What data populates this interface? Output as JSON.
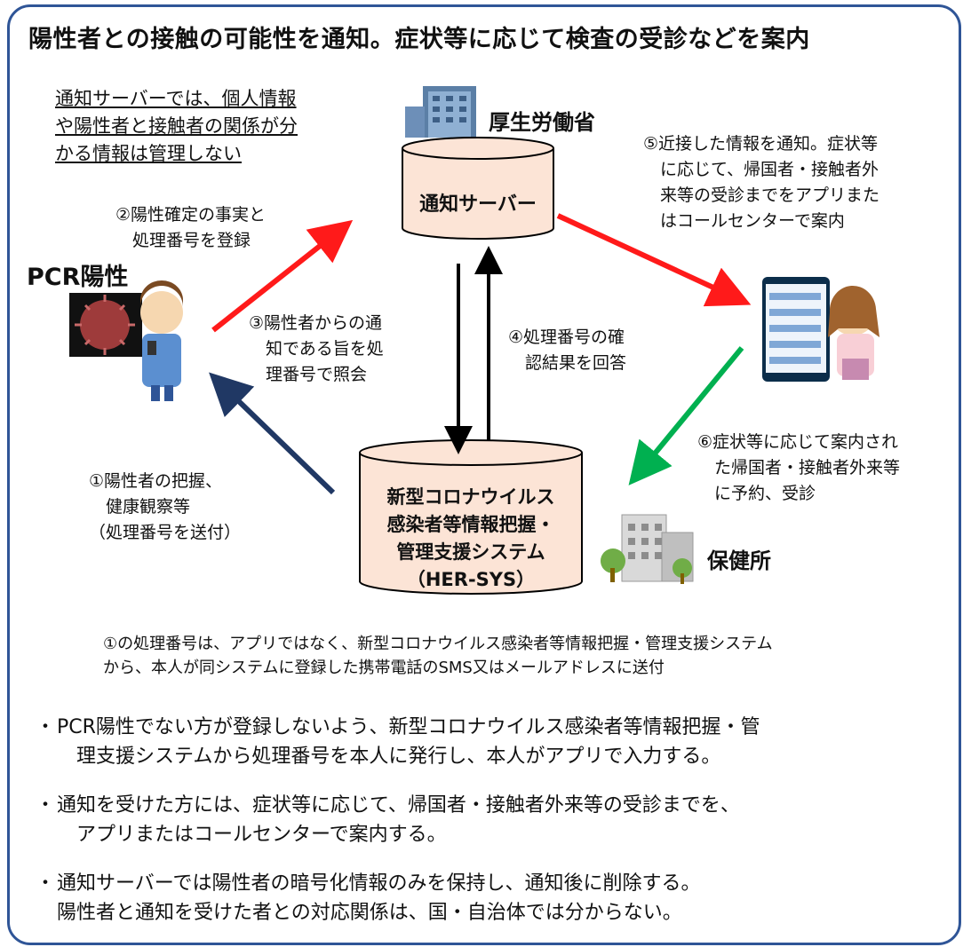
{
  "title": "陽性者との接触の可能性を通知。症状等に応じて検査の受診などを案内",
  "top_note": [
    "通知サーバーでは、個人情報",
    "や陽性者と接触者の関係が分",
    "かる情報は管理しない"
  ],
  "mhlw_label": "厚生労働省",
  "server_label": "通知サーバー",
  "pcr_label": "PCR陽性",
  "hersys_label": [
    "新型コロナウイルス",
    "感染者等情報把握・",
    "管理支援システム",
    "（HER-SYS）"
  ],
  "hokenjo_label": "保健所",
  "steps": {
    "s1": [
      "①陽性者の把握、",
      "　健康観察等",
      "（処理番号を送付）"
    ],
    "s2": [
      "②陽性確定の事実と",
      "　処理番号を登録"
    ],
    "s3": [
      "③陽性者からの通",
      "　知である旨を処",
      "　理番号で照会"
    ],
    "s4": [
      "④処理番号の確",
      "　認結果を回答"
    ],
    "s5": [
      "⑤近接した情報を通知。症状等",
      "　に応じて、帰国者・接触者外",
      "　来等の受診までをアプリまた",
      "　はコールセンターで案内"
    ],
    "s6": [
      "⑥症状等に応じて案内され",
      "　た帰国者・接触者外来等",
      "　に予約、受診"
    ]
  },
  "footnote": [
    "①の処理番号は、アプリではなく、新型コロナウイルス感染者等情報把握・管理支援システム",
    "から、本人が同システムに登録した携帯電話のSMS又はメールアドレスに送付"
  ],
  "bullets": [
    {
      "dot": "・",
      "lines": [
        "PCR陽性でない方が登録しないよう、新型コロナウイルス感染者等情報把握・管",
        "　理支援システムから処理番号を本人に発行し、本人がアプリで入力する。"
      ]
    },
    {
      "dot": "・",
      "lines": [
        "通知を受けた方には、症状等に応じて、帰国者・接触者外来等の受診までを、",
        "　アプリまたはコールセンターで案内する。"
      ]
    },
    {
      "dot": "・",
      "lines": [
        "通知サーバーでは陽性者の暗号化情報のみを保持し、通知後に削除する。",
        "陽性者と通知を受けた者との対応関係は、国・自治体では分からない。"
      ]
    }
  ],
  "colors": {
    "frame": "#2f5597",
    "cylinder_fill": "#fce4d6",
    "red_arrow": "#ff1a1a",
    "navy_arrow": "#203864",
    "green_arrow": "#00b050"
  }
}
